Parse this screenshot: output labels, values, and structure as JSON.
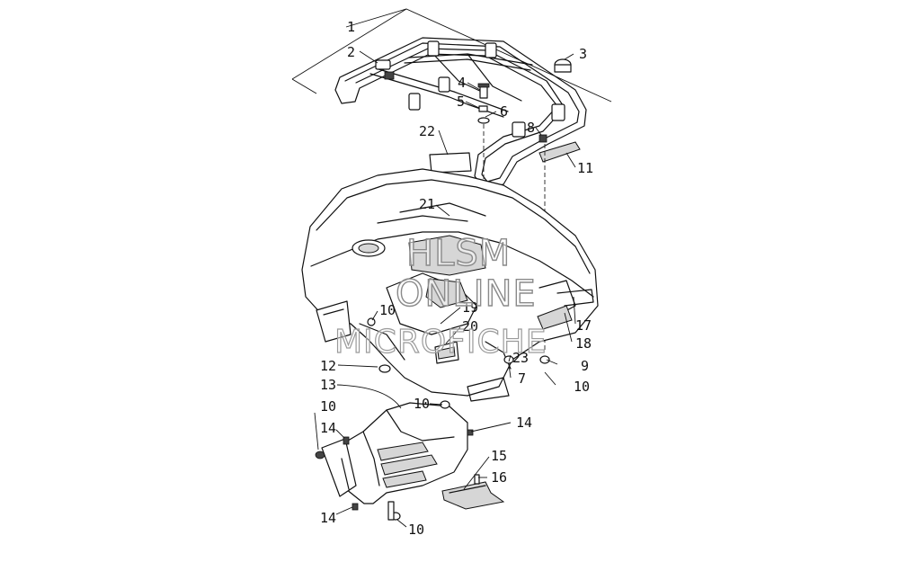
{
  "callouts": [
    "1",
    "2",
    "3",
    "4",
    "5",
    "6",
    "8",
    "22",
    "11",
    "21",
    "10",
    "19",
    "20",
    "17",
    "18",
    "23",
    "9",
    "12",
    "7",
    "10",
    "13",
    "10",
    "10",
    "14",
    "14",
    "15",
    "16",
    "14",
    "10"
  ],
  "watermark": {
    "line1": "HLSM",
    "line2": "ONLINE",
    "line3": "MICROFICHE"
  }
}
